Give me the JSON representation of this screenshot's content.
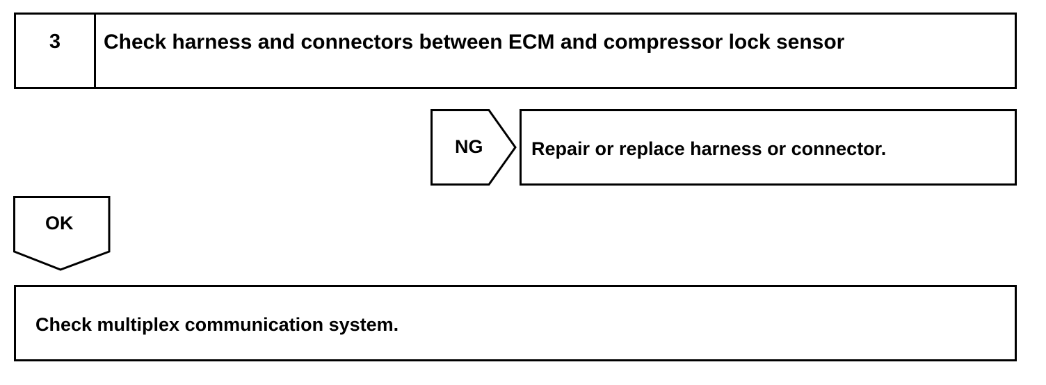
{
  "step": {
    "number": "3",
    "title": "Check harness and connectors between ECM and compressor lock sensor"
  },
  "ng": {
    "label": "NG",
    "action": "Repair or replace harness or connector."
  },
  "ok": {
    "label": "OK",
    "action": "Check multiplex communication system."
  }
}
